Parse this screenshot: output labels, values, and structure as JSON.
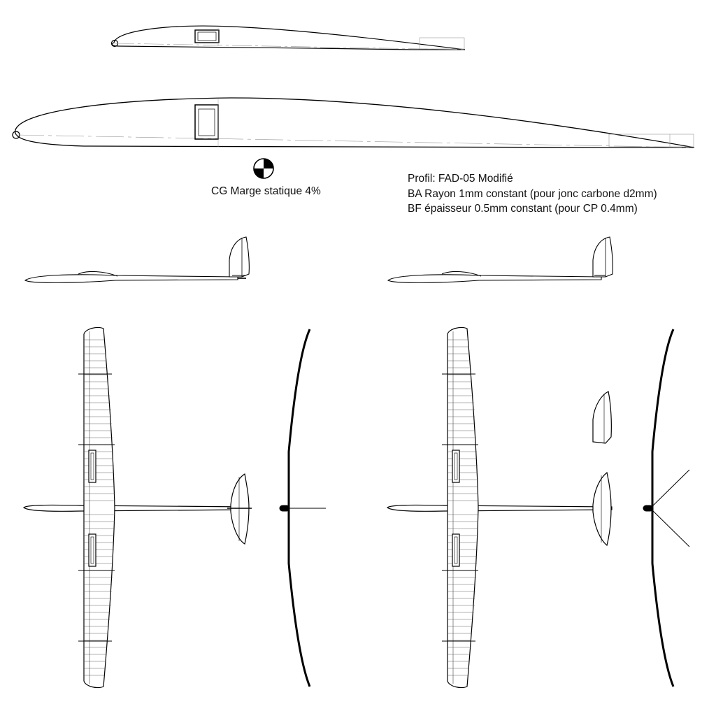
{
  "cg": {
    "label": "CG Marge statique 4%",
    "symbol": "cg-marker-icon"
  },
  "profile_notes": {
    "line1": "Profil: FAD-05 Modifié",
    "line2": "BA Rayon 1mm constant (pour jonc carbone d2mm)",
    "line3": "BF épaisseur 0.5mm constant (pour CP 0.4mm)"
  },
  "views": {
    "airfoil_small": "airfoil-section-small",
    "airfoil_large": "airfoil-section-large",
    "side_left": "side-view-fin-tail",
    "side_right": "side-view-vtail",
    "plan_left": "plan-view-conventional-tail",
    "plan_right": "plan-view-vtail",
    "front_left": "front-view-conventional",
    "front_right": "front-view-vtail"
  },
  "colors": {
    "line": "#000000",
    "construction": "#9a9a9a",
    "background": "#ffffff"
  }
}
